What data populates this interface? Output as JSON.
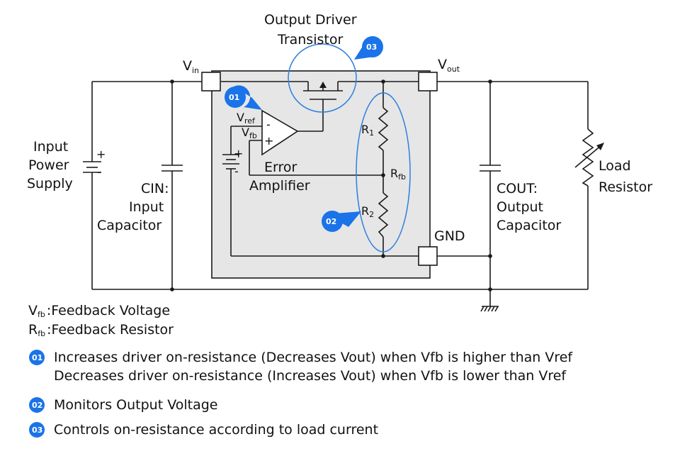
{
  "labels": {
    "output_driver_line1": "Output Driver",
    "output_driver_line2": "Transistor",
    "vin_main": "V",
    "vin_sub": "in",
    "vout_main": "V",
    "vout_sub": "out",
    "vref_main": "V",
    "vref_sub": "ref",
    "vfb_main": "V",
    "vfb_sub": "fb",
    "minus": "-",
    "plus": "+",
    "error_amp_line1": "Error",
    "error_amp_line2": "Amplifier",
    "r1_main": "R",
    "r1_sub": "1",
    "r2_main": "R",
    "r2_sub": "2",
    "rfb_main": "R",
    "rfb_sub": "fb",
    "gnd": "GND",
    "input_supply_line1": "Input",
    "input_supply_line2": "Power",
    "input_supply_line3": "Supply",
    "cin_line1": "CIN:",
    "cin_line2": "Input",
    "cin_line3": "Capacitor",
    "cout_line1": "COUT:",
    "cout_line2": "Output",
    "cout_line3": "Capacitor",
    "load_line1": "Load",
    "load_line2": "Resistor"
  },
  "legend": {
    "vfb_main": "V",
    "vfb_sub": "fb",
    "vfb_desc": ":Feedback Voltage",
    "rfb_main": "R",
    "rfb_sub": "fb",
    "rfb_desc": ":Feedback Resistor"
  },
  "badges": [
    "01",
    "02",
    "03"
  ],
  "notes": [
    {
      "badge": "01",
      "line1": "Increases driver on-resistance (Decreases Vout) when Vfb is higher than Vref",
      "line2": "Decreases driver on-resistance (Increases Vout) when Vfb is lower than Vref"
    },
    {
      "badge": "02",
      "line1": "Monitors Output Voltage"
    },
    {
      "badge": "03",
      "line1": "Controls on-resistance according to load current"
    }
  ],
  "colors": {
    "accent": "#1a73e8",
    "ic_fill": "#e6e6e6",
    "highlight_outline": "#2f7fe0"
  }
}
